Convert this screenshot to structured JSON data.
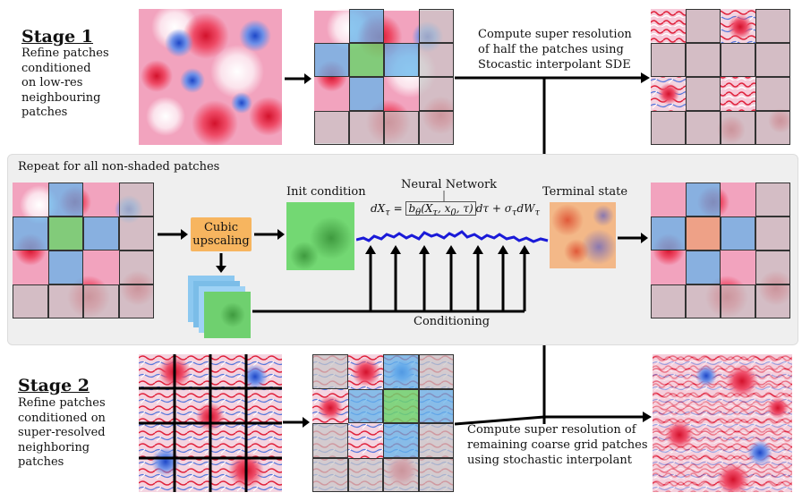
{
  "stage1": {
    "title": "Stage 1",
    "description": [
      "Refine patches",
      "conditioned",
      "on low-res",
      "neighbouring",
      "patches"
    ],
    "compute_text": [
      "Compute super resolution",
      "of half the patches using",
      "Stocastic interpolant SDE"
    ]
  },
  "repeat_panel": {
    "title": "Repeat for all non-shaded patches",
    "cubic_label": [
      "Cubic",
      "upscaling"
    ],
    "init_condition": "Init condition",
    "neural_network": "Neural Network",
    "terminal_state": "Terminal state",
    "conditioning": "Conditioning",
    "equation": {
      "part1": "dX",
      "sub1": "τ",
      "eq": " = ",
      "boxed": "b",
      "boxed_sub": "θ",
      "boxed_rest": "(X",
      "boxed_sub2": "τ",
      "boxed_rest2": ", x",
      "boxed_sub3": "0",
      "boxed_rest3": ", τ)",
      "part2": "dτ + σ",
      "sub2": "τ",
      "part3": "dW",
      "sub3": "τ"
    }
  },
  "stage2": {
    "title": "Stage 2",
    "description": [
      "Refine patches",
      "conditioned on",
      "super-resolved",
      "neighboring",
      "patches"
    ],
    "compute_text": [
      "Compute super resolution of",
      "remaining coarse grid patches",
      "using stochastic interpolant"
    ]
  },
  "colors": {
    "red": "#e0203a",
    "blue": "#2d5fd6",
    "pink": "#f2a0bd",
    "curve": "#1a1ad8",
    "upscale_box": "#f7b55f"
  }
}
